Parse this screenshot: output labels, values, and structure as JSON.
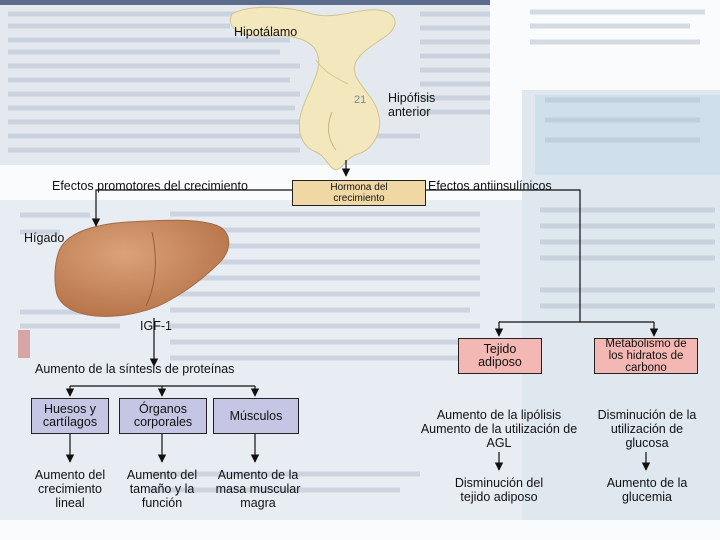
{
  "diagram": {
    "hypothalamus": "Hipotálamo",
    "pituitary": "Hipófisis anterior",
    "page_number": "21",
    "growth_effects": "Efectos promotores del crecimiento",
    "anti_insulin_effects": "Efectos antiinsulínicos",
    "growth_hormone": "Hormona del crecimiento",
    "liver": "Hígado",
    "igf1": "IGF-1",
    "protein_synthesis": "Aumento de la síntesis de proteínas",
    "targets": [
      {
        "box": "Huesos y cartílagos",
        "effect": "Aumento del crecimiento lineal"
      },
      {
        "box": "Órganos corporales",
        "effect": "Aumento del tamaño y la función"
      },
      {
        "box": "Músculos",
        "effect": "Aumento de la masa muscular magra"
      }
    ],
    "adipose": {
      "box": "Tejido adiposo",
      "effect": "Aumento de la lipólisis Aumento de la utilización de AGL",
      "result": "Disminución del tejido adiposo"
    },
    "carbohydrate": {
      "box": "Metabolismo de los hidratos de carbono",
      "effect": "Disminución de la utilización de glucosa",
      "result": "Aumento de la glucemia"
    }
  },
  "colors": {
    "gland": "#f3e7bd",
    "liver": "#c9865a",
    "tan_box": "#f0d8a4",
    "pink_box": "#f4b8b4",
    "blue_box": "#c4c6e4",
    "page_tint": "#dde4ed"
  }
}
